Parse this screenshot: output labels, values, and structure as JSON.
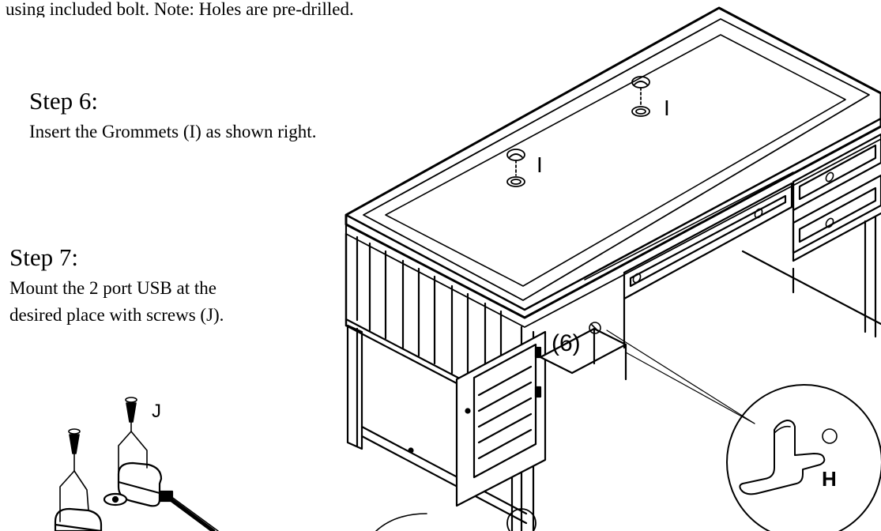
{
  "instructions": {
    "top_note": "using included bolt.  Note: Holes are pre-drilled.",
    "step6": {
      "title": "Step 6:",
      "text": "Insert the Grommets (I) as shown right."
    },
    "step7": {
      "title": "Step 7:",
      "line1": "Mount the 2 port USB at the",
      "line2": "desired place with screws (J)."
    }
  },
  "callouts": {
    "grommet_label_1": "I",
    "grommet_label_2": "I",
    "shelf_pin_count": "(6)",
    "screw_label": "J",
    "shelf_pin_label": "H"
  },
  "colors": {
    "line": "#000000",
    "paper": "#ffffff"
  }
}
